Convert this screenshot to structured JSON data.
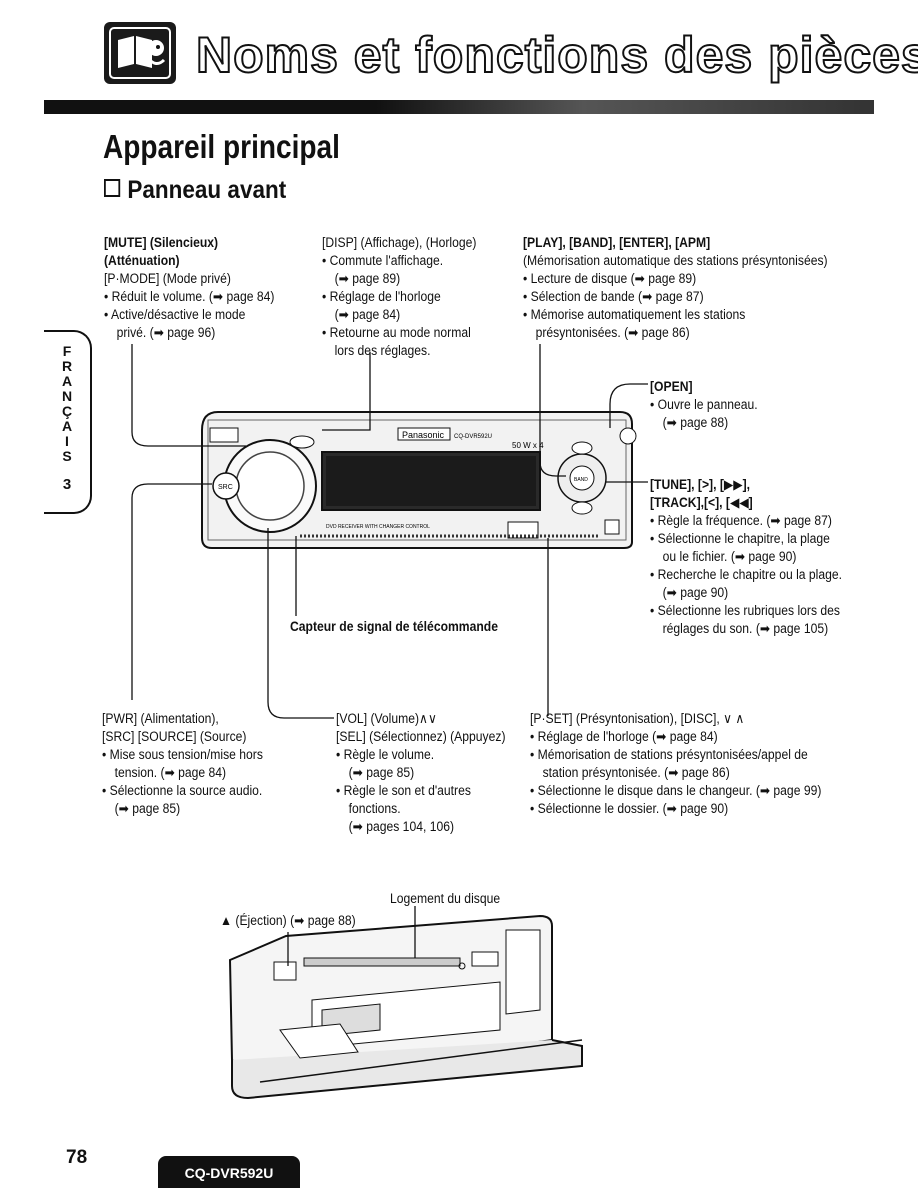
{
  "header": {
    "title": "Noms et fonctions des pièces"
  },
  "section": {
    "title": "Appareil principal",
    "subtitle": "Panneau avant"
  },
  "sidetab": {
    "letters": [
      "F",
      "R",
      "A",
      "N",
      "Ç",
      "A",
      "I",
      "S"
    ],
    "number": "3"
  },
  "callouts": {
    "mute": [
      "[MUTE] (Silencieux)",
      "(Atténuation)",
      "[P·MODE] (Mode privé)",
      "Réduit le volume. (➡ page 84)",
      "Active/désactive le mode",
      "privé. (➡ page 96)"
    ],
    "disp": [
      "[DISP] (Affichage), (Horloge)",
      "Commute l'affichage.",
      "(➡ page 89)",
      "Réglage de l'horloge",
      "(➡ page 84)",
      "Retourne au mode normal",
      "lors des réglages."
    ],
    "play": [
      "[PLAY], [BAND], [ENTER], [APM]",
      "(Mémorisation automatique des stations présyntonisées)",
      "Lecture de disque  (➡ page 89)",
      "Sélection de bande (➡ page 87)",
      "Mémorise automatiquement les stations",
      "présyntonisées. (➡ page 86)"
    ],
    "open": [
      "[OPEN]",
      "Ouvre le panneau.",
      "(➡ page 88)"
    ],
    "tune": [
      "[TUNE], [>], [▶▶],",
      "[TRACK],[<], [◀◀]",
      "Règle la fréquence. (➡ page 87)",
      "Sélectionne le chapitre, la plage",
      "ou le fichier. (➡ page 90)",
      "Recherche le chapitre ou la plage.",
      "(➡ page 90)",
      "Sélectionne les rubriques lors des",
      "réglages du son. (➡ page 105)"
    ],
    "remote": [
      "Capteur de signal de télécommande"
    ],
    "pwr": [
      "[PWR] (Alimentation),",
      "[SRC] [SOURCE] (Source)",
      "Mise sous tension/mise hors",
      "tension. (➡ page 84)",
      "Sélectionne la source audio.",
      "(➡ page 85)"
    ],
    "vol": [
      "[VOL] (Volume)∧∨",
      "[SEL] (Sélectionnez) (Appuyez)",
      "Règle le volume.",
      "(➡ page 85)",
      "Règle le son et d'autres",
      "fonctions.",
      "(➡ pages 104, 106)"
    ],
    "pset": [
      "[P·SET] (Présyntonisation), [DISC], ∨ ∧",
      "Réglage de l'horloge (➡ page 84)",
      "Mémorisation de stations présyntonisées/appel de",
      "station présyntonisée. (➡ page 86)",
      "Sélectionne le disque dans le changeur. (➡ page 99)",
      "Sélectionne le dossier. (➡ page 90)"
    ]
  },
  "bottom_labels": {
    "slot": "Logement du disque",
    "eject": "▲ (Éjection) (➡ page 88)"
  },
  "device": {
    "brand": "Panasonic",
    "model_display": "CQ-DVR592U",
    "wattage": "50 W x 4",
    "button_src": "SRC",
    "button_band": "BAND",
    "footer_text": "DVD RECEIVER WITH CHANGER CONTROL"
  },
  "footer": {
    "page_number": "78",
    "model": "CQ-DVR592U"
  }
}
